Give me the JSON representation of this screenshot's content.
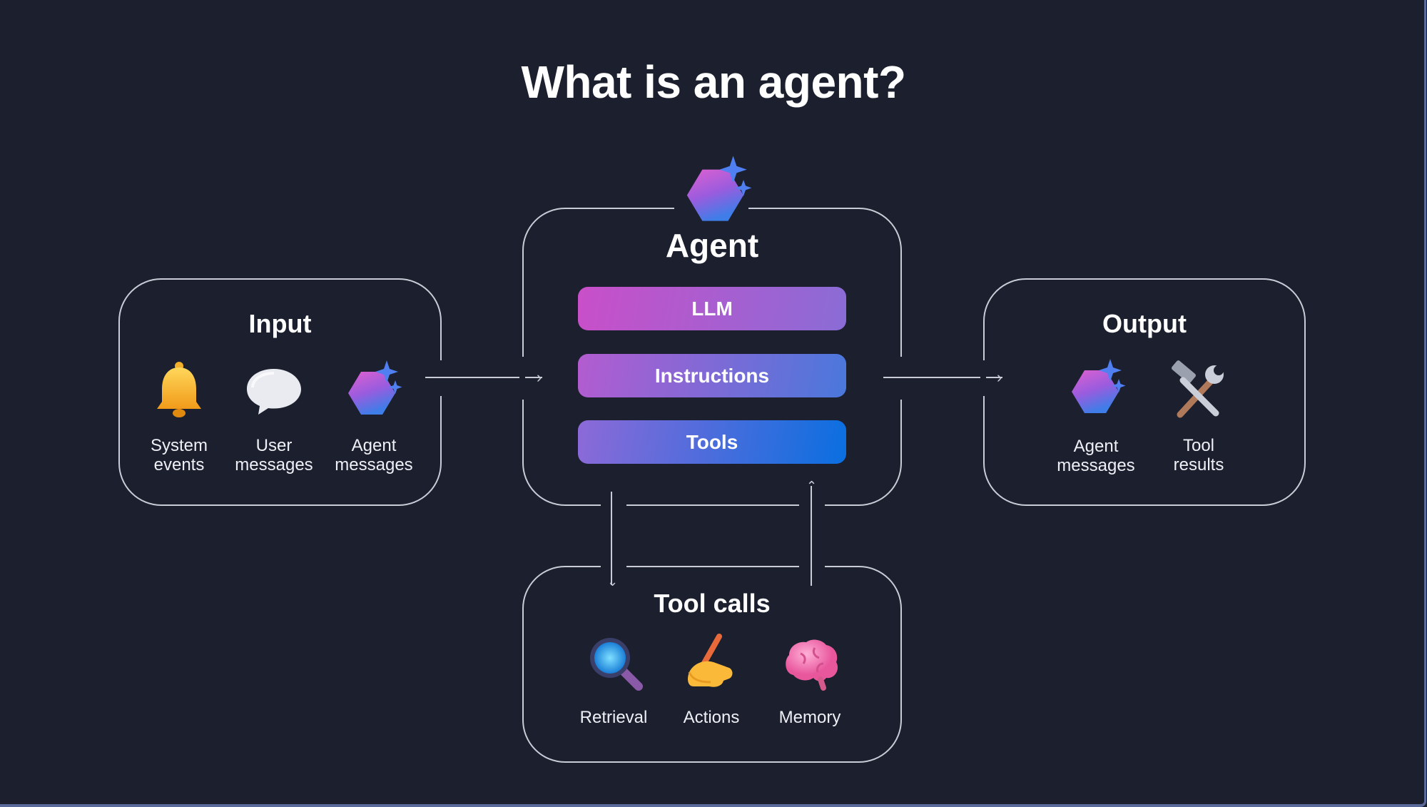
{
  "title": "What is an agent?",
  "agent": {
    "label": "Agent",
    "components": [
      "LLM",
      "Instructions",
      "Tools"
    ],
    "icon": "agent-hexagon-sparkle-icon"
  },
  "input": {
    "label": "Input",
    "items": [
      {
        "label": "System events",
        "line1": "System",
        "line2": "events",
        "icon": "bell-icon"
      },
      {
        "label": "User messages",
        "line1": "User",
        "line2": "messages",
        "icon": "speech-bubble-icon"
      },
      {
        "label": "Agent messages",
        "line1": "Agent",
        "line2": "messages",
        "icon": "agent-hexagon-sparkle-icon"
      }
    ]
  },
  "output": {
    "label": "Output",
    "items": [
      {
        "label": "Agent messages",
        "line1": "Agent",
        "line2": "messages",
        "icon": "agent-hexagon-sparkle-icon"
      },
      {
        "label": "Tool results",
        "line1": "Tool",
        "line2": "results",
        "icon": "hammer-wrench-icon"
      }
    ]
  },
  "tool_calls": {
    "label": "Tool calls",
    "items": [
      {
        "label": "Retrieval",
        "icon": "magnifier-icon"
      },
      {
        "label": "Actions",
        "icon": "writing-hand-icon"
      },
      {
        "label": "Memory",
        "icon": "brain-icon"
      }
    ]
  },
  "colors": {
    "background": "#1b1f2e",
    "llm_gradient": [
      "#c94fc9",
      "#8a6cd6"
    ],
    "instructions_gradient": [
      "#b35cd0",
      "#4a78dc"
    ],
    "tools_gradient": [
      "#8d6ad8",
      "#0a6fe0"
    ]
  }
}
